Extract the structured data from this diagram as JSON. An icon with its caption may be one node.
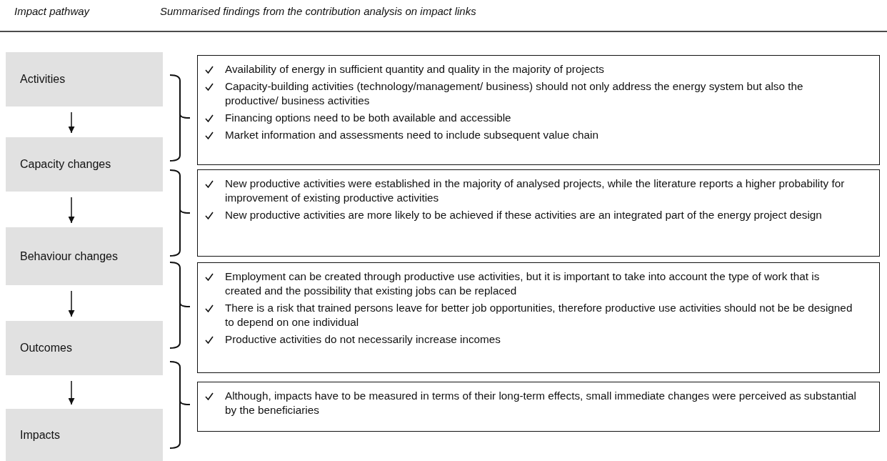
{
  "diagram": {
    "nodes": [
      {
        "text": [
          "Activities"
        ]
      },
      {
        "text": [
          "Capacity changes"
        ]
      },
      {
        "text": [
          "Behaviour changes"
        ]
      },
      {
        "text": [
          "Outcomes"
        ]
      },
      {
        "text": [
          "Impacts"
        ]
      },
      {
        "text": [
          "Availability of energy in sufficient quantity and quality in the majority of projects",
          "Capacity-building activities (technology/management/ business) should not only address the energy system but also the productive/ business activities",
          "Financing options need to be both available and accessible",
          "Market information and assessments need to include subsequent value chain"
        ]
      },
      {
        "text": [
          "New productive activities were established in the majority of analysed projects, while the literature reports a higher probability for improvement of existing productive activities",
          "New productive activities are more likely to be achieved if these activities are an integrated part of the energy project design"
        ]
      },
      {
        "text": [
          "Employment can be created through productive use activities, but it is important to take into account the type of work that is created and the possibility that existing jobs can be replaced",
          "There is a risk that trained persons leave for better job opportunities, therefore productive use activities should not be be designed to depend on one individual",
          "Productive activities do not necessarily increase incomes"
        ]
      },
      {
        "text": [
          "Although, impacts have to be measured in terms of their long-term effects, small immediate changes were perceived as substantial by the beneficiaries"
        ]
      }
    ],
    "edges": [
      {
        "from": 0,
        "to": 1,
        "arrow": "to"
      },
      {
        "from": 1,
        "to": 2,
        "arrow": "to"
      },
      {
        "from": 2,
        "to": 3,
        "arrow": "to"
      },
      {
        "from": 3,
        "to": 4,
        "arrow": "to"
      }
    ],
    "labels": [
      "Impact pathway",
      "Summarised findings from the contribution analysis on impact links"
    ]
  }
}
